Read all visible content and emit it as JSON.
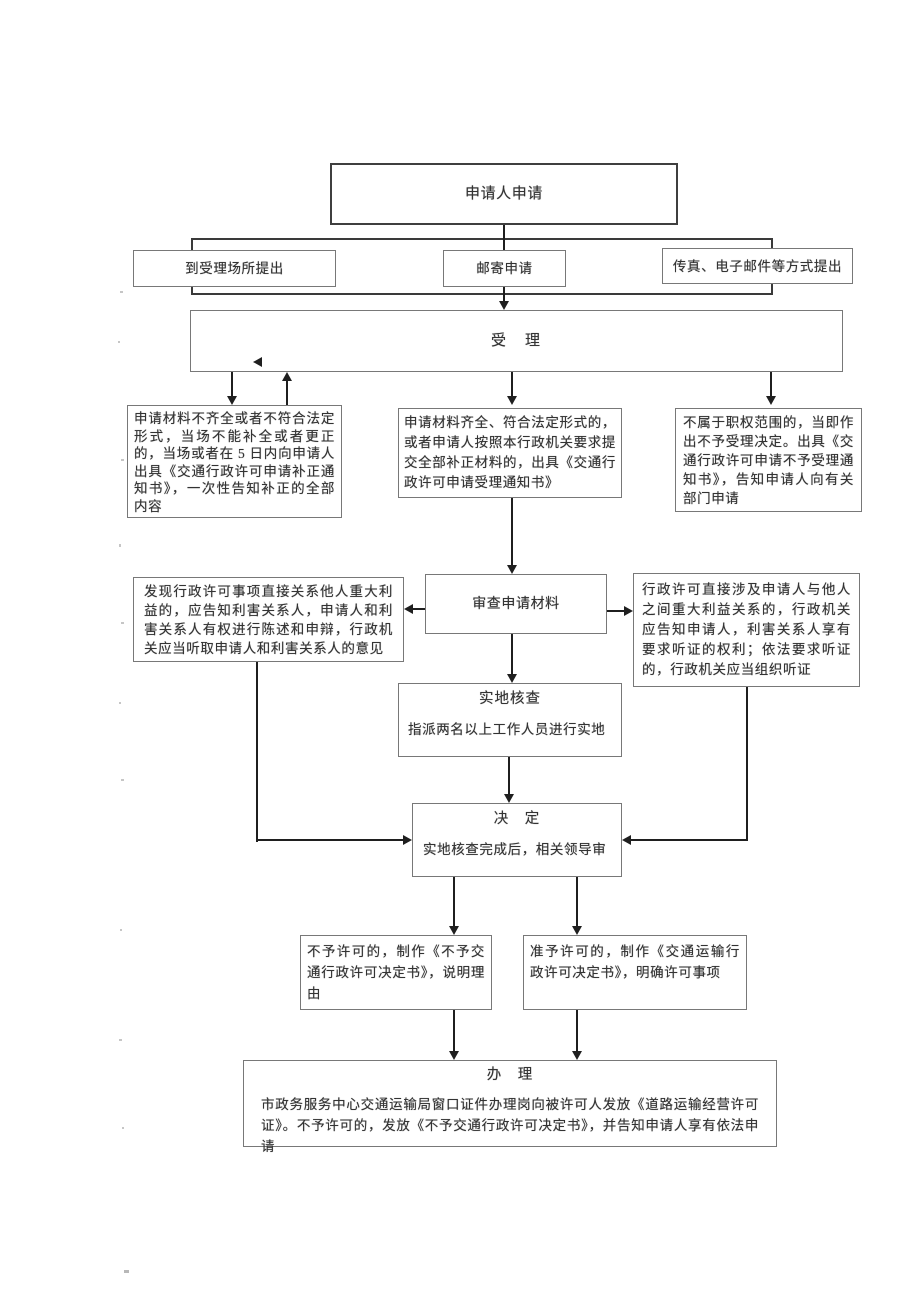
{
  "colors": {
    "background": "#ffffff",
    "ink": "#333333",
    "line": "#1f1f1f",
    "box_border": "#787878",
    "frame_border": "#3f3f3f"
  },
  "flowchart": {
    "apply": "申请人申请",
    "channels": {
      "onsite": "到受理场所提出",
      "mail": "邮寄申请",
      "fax": "传真、电子邮件等方式提出"
    },
    "accept": "受　理",
    "supplement": "申请材料不齐全或者不符合法定形式，当场不能补全或者更正的，当场或者在 5 日内向申请人出具《交通行政许可申请补正通知书》，一次性告知补正的全部内容",
    "complete": "申请材料齐全、符合法定形式的，或者申请人按照本行政机关要求提交全部补正材料的，出具《交通行政许可申请受理通知书》",
    "not_accept": "不属于职权范围的，当即作出不予受理决定。出具《交通行政许可申请不予受理通知书》，告知申请人向有关部门申请",
    "review": "审查申请材料",
    "notify_interested": "发现行政许可事项直接关系他人重大利益的，应告知利害关系人，申请人和利害关系人有权进行陈述和申辩，行政机关应当听取申请人和利害关系人的意见",
    "hearing": "行政许可直接涉及申请人与他人之间重大利益关系的，行政机关应告知申请人，利害关系人享有要求听证的权利；依法要求听证的，行政机关应当组织听证",
    "site_check_title": "实地核查",
    "site_check_body": "指派两名以上工作人员进行实地",
    "decision_title": "决　定",
    "decision_body": "实地核查完成后，相关领导审",
    "deny": "不予许可的，制作《不予交通行政许可决定书》，说明理由",
    "grant": "准予许可的，制作《交通运输行政许可决定书》，明确许可事项",
    "process_title": "办　理",
    "process_body": "市政务服务中心交通运输局窗口证件办理岗向被许可人发放《道路运输经营许可证》。不予许可的，发放《不予交通行政许可决定书》，并告知申请人享有依法申请",
    "edges": [
      {
        "from": "apply",
        "to": "channels.onsite"
      },
      {
        "from": "apply",
        "to": "channels.mail"
      },
      {
        "from": "apply",
        "to": "channels.fax"
      },
      {
        "from": "channels",
        "to": "accept"
      },
      {
        "from": "accept",
        "to": "supplement"
      },
      {
        "from": "supplement",
        "to": "accept"
      },
      {
        "from": "accept",
        "to": "complete"
      },
      {
        "from": "accept",
        "to": "not_accept"
      },
      {
        "from": "complete",
        "to": "review"
      },
      {
        "from": "review",
        "to": "notify_interested"
      },
      {
        "from": "review",
        "to": "hearing"
      },
      {
        "from": "review",
        "to": "site_check"
      },
      {
        "from": "notify_interested",
        "to": "decision"
      },
      {
        "from": "hearing",
        "to": "decision"
      },
      {
        "from": "site_check",
        "to": "decision"
      },
      {
        "from": "decision",
        "to": "deny"
      },
      {
        "from": "decision",
        "to": "grant"
      },
      {
        "from": "deny",
        "to": "process"
      },
      {
        "from": "grant",
        "to": "process"
      }
    ]
  }
}
